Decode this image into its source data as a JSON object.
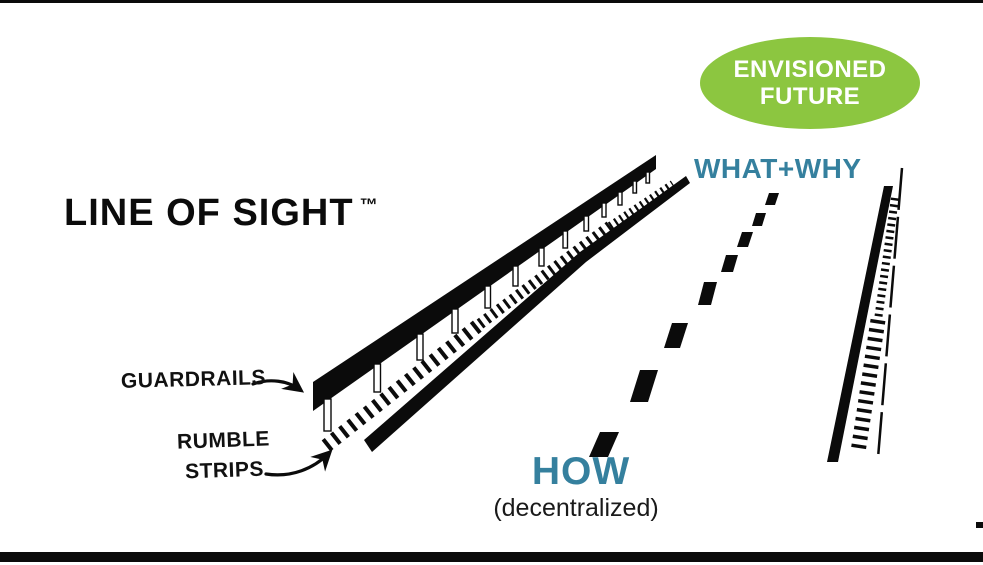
{
  "colors": {
    "accent_green": "#8cc640",
    "accent_teal": "#35809e",
    "ink": "#0b0b0b",
    "background": "#ffffff"
  },
  "title": {
    "text": "LINE OF SIGHT",
    "trademark": "™"
  },
  "badge": {
    "line1": "ENVISIONED",
    "line2": "FUTURE"
  },
  "road_labels": {
    "what_why": "WHAT+WHY",
    "how": "HOW",
    "how_qualifier": "(decentralized)",
    "guardrails": "GUARDRAILS",
    "rumble_line1": "RUMBLE",
    "rumble_line2": "STRIPS"
  },
  "icons": {
    "guardrails_arrow": "curved-arrow-right",
    "rumble_strips_arrow": "curved-arrow-up-right"
  }
}
